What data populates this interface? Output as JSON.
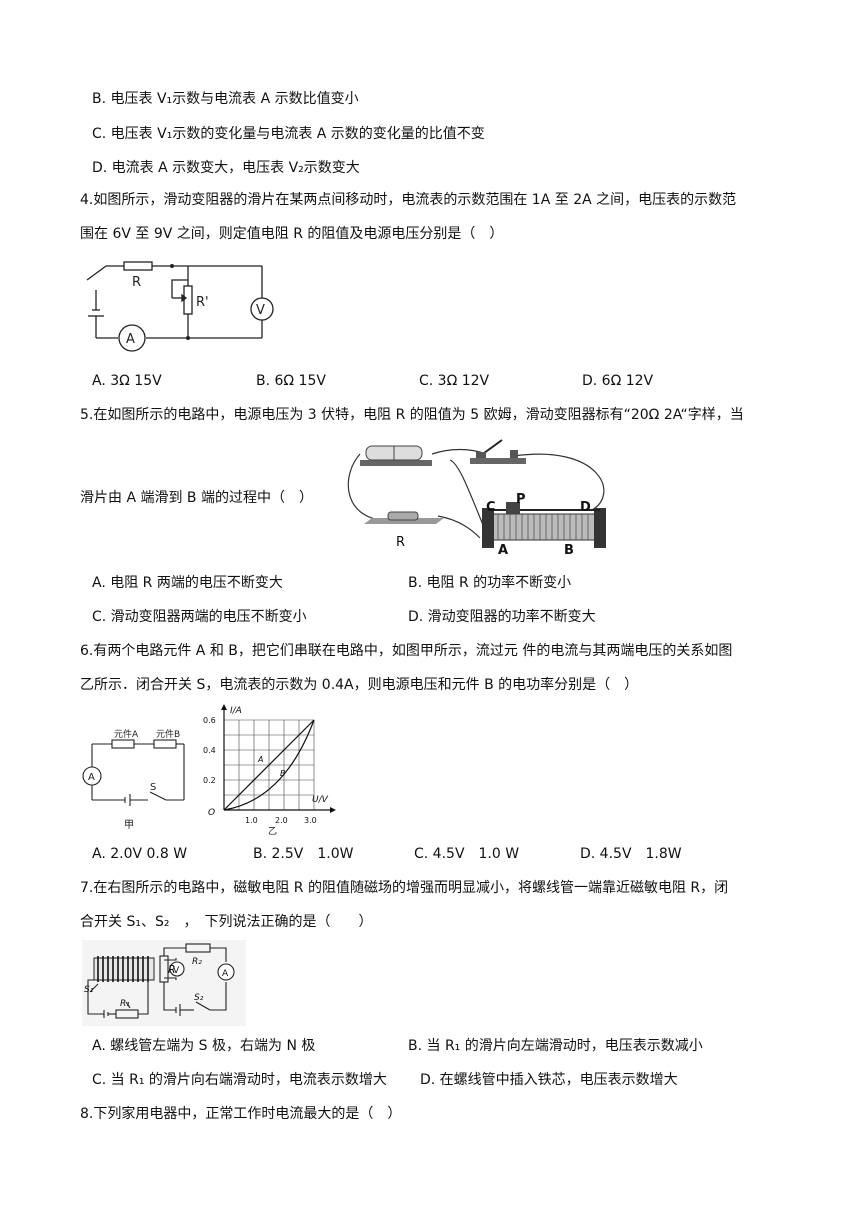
{
  "q3_options": {
    "B": "B. 电压表 V₁示数与电流表 A 示数比值变小",
    "C": "C. 电压表 V₁示数的变化量与电流表 A 示数的变化量的比值不变",
    "D": "D. 电流表 A 示数变大，电压表 V₂示数变大"
  },
  "q4": {
    "stem_line1": "4.如图所示，滑动变阻器的滑片在某两点间移动时，电流表的示数范围在 1A 至 2A 之间，电压表的示数范",
    "stem_line2": "围在 6V 至 9V 之间，则定值电阻 R 的阻值及电源电压分别是（　）",
    "fig_labels": {
      "r": "R",
      "r_prime": "R'",
      "v": "V",
      "a": "A"
    },
    "options": [
      "A. 3Ω 15V",
      "B. 6Ω 15V",
      "C. 3Ω 12V",
      "D. 6Ω 12V"
    ]
  },
  "q5": {
    "stem_line1": "5.在如图所示的电路中，电源电压为 3 伏特，电阻 R 的阻值为 5 欧姆，滑动变阻器标有“20Ω 2A“字样，当",
    "stem_line2": "滑片由 A 端滑到 B 端的过程中（　）",
    "fig_labels": {
      "c": "C",
      "p": "P",
      "d": "D",
      "r": "R",
      "a": "A",
      "b": "B"
    },
    "options": [
      "A. 电阻 R 两端的电压不断变大",
      "B. 电阻 R 的功率不断变小",
      "C. 滑动变阻器两端的电压不断变小",
      "D. 滑动变阻器的功率不断变大"
    ]
  },
  "q6": {
    "stem_line1": "6.有两个电路元件 A 和 B，把它们串联在电路中，如图甲所示，流过元  件的电流与其两端电压的关系如图",
    "stem_line2": "乙所示．闭合开关  S，电流表的示数为 0.4A，则电源电压和元件 B 的电功率分别是（　）",
    "fig_labels": {
      "elem_a": "元件A",
      "elem_b": "元件B",
      "ammeter": "A",
      "switch": "S",
      "jia": "甲",
      "y_axis": "I/A",
      "x_axis": "U/V",
      "origin": "O",
      "yi": "乙",
      "curve_a": "A",
      "curve_b": "B",
      "y_ticks": [
        "0.6",
        "0.4",
        "0.2"
      ],
      "x_ticks": [
        "1.0",
        "2.0",
        "3.0"
      ]
    },
    "options": [
      "A. 2.0V 0.8 W",
      "B. 2.5V　1.0W",
      "C. 4.5V　1.0 W",
      "D. 4.5V　1.8W"
    ]
  },
  "q7": {
    "stem_line1": "7.在右图所示的电路中，磁敏电阻 R 的阻值随磁场的增强而明显减小，将螺线管一端靠近磁敏电阻 R，闭",
    "stem_line2": "合开关 S₁、S₂　，　下列说法正确的是（　　）",
    "fig_labels": {
      "r": "R",
      "v": "V",
      "r2": "R₂",
      "a": "A",
      "s1": "S₁",
      "r1": "R₁",
      "s2": "S₂"
    },
    "options": [
      "A. 螺线管左端为 S 极，右端为 N 极",
      "B. 当 R₁ 的滑片向左端滑动时，电压表示数减小",
      "C. 当 R₁ 的滑片向右端滑动时，电流表示数增大",
      "D. 在螺线管中插入铁芯，电压表示数增大"
    ]
  },
  "q8": {
    "stem": "8.下列家用电器中，正常工作时电流最大的是（　）"
  }
}
